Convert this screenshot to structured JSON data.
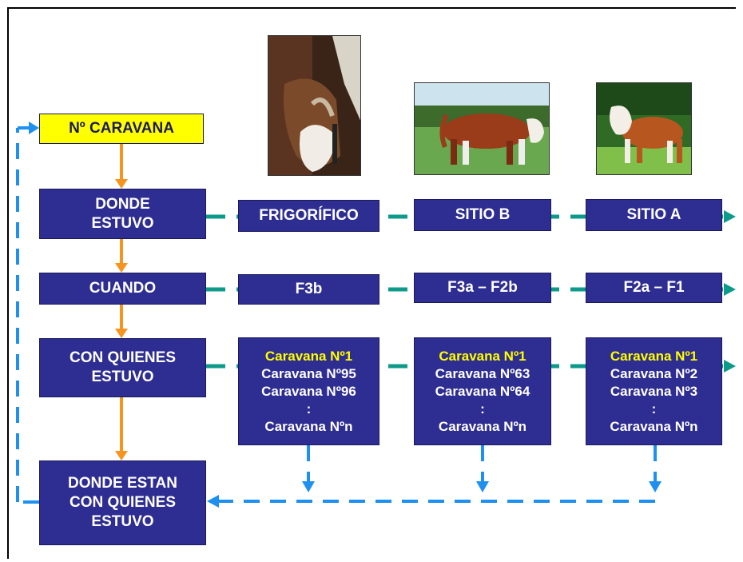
{
  "rows": {
    "caravana": "Nº CARAVANA",
    "donde_estuvo": "DONDE\nESTUVO",
    "cuando": "CUANDO",
    "con_quienes": "CON QUIENES\nESTUVO",
    "donde_estan": "DONDE ESTAN\nCON QUIENES\nESTUVO"
  },
  "locations": [
    {
      "name": "FRIGORÍFICO",
      "period": "F3b",
      "animals": [
        "Caravana Nº1",
        "Caravana Nº95",
        "Caravana Nº96",
        ":",
        "Caravana Nºn"
      ]
    },
    {
      "name": "SITIO B",
      "period": "F3a – F2b",
      "animals": [
        "Caravana Nº1",
        "Caravana Nº63",
        "Caravana Nº64",
        ":",
        "Caravana Nºn"
      ]
    },
    {
      "name": "SITIO A",
      "period": "F2a – F1",
      "animals": [
        "Caravana Nº1",
        "Caravana Nº2",
        "Caravana Nº3",
        ":",
        "Caravana Nºn"
      ]
    }
  ],
  "images": [
    {
      "icon": "cattle-head-photo"
    },
    {
      "icon": "hereford-steer-photo"
    },
    {
      "icon": "hereford-calf-photo"
    }
  ],
  "colors": {
    "box_fill": "#2e2d91",
    "tag_fill": "#ffff00",
    "highlight_text": "#ffff00",
    "down_arrow": "#f7941d",
    "flow_arrow": "#0e9a8a",
    "return_arrow": "#1e90f0"
  }
}
